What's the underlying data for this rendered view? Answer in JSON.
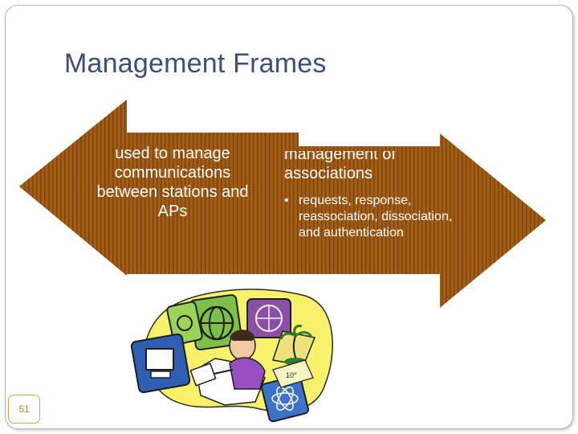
{
  "slide": {
    "title": "Management Frames",
    "left_arrow_text": "used to manage communications between stations and APs",
    "right_arrow_heading": "management of associations",
    "right_arrow_bullet": "requests, response, reassociation, dissociation, and authentication",
    "page_number": "51"
  },
  "colors": {
    "arrow_fill": "#a35c14",
    "arrow_stripe": "#7a420c",
    "title_color": "#3a4f7a",
    "page_number_border": "#e0a24a"
  },
  "icons": [
    "globe-icon",
    "palm-tree-icon",
    "computer-icon",
    "person-at-desk-icon",
    "atom-icon"
  ]
}
